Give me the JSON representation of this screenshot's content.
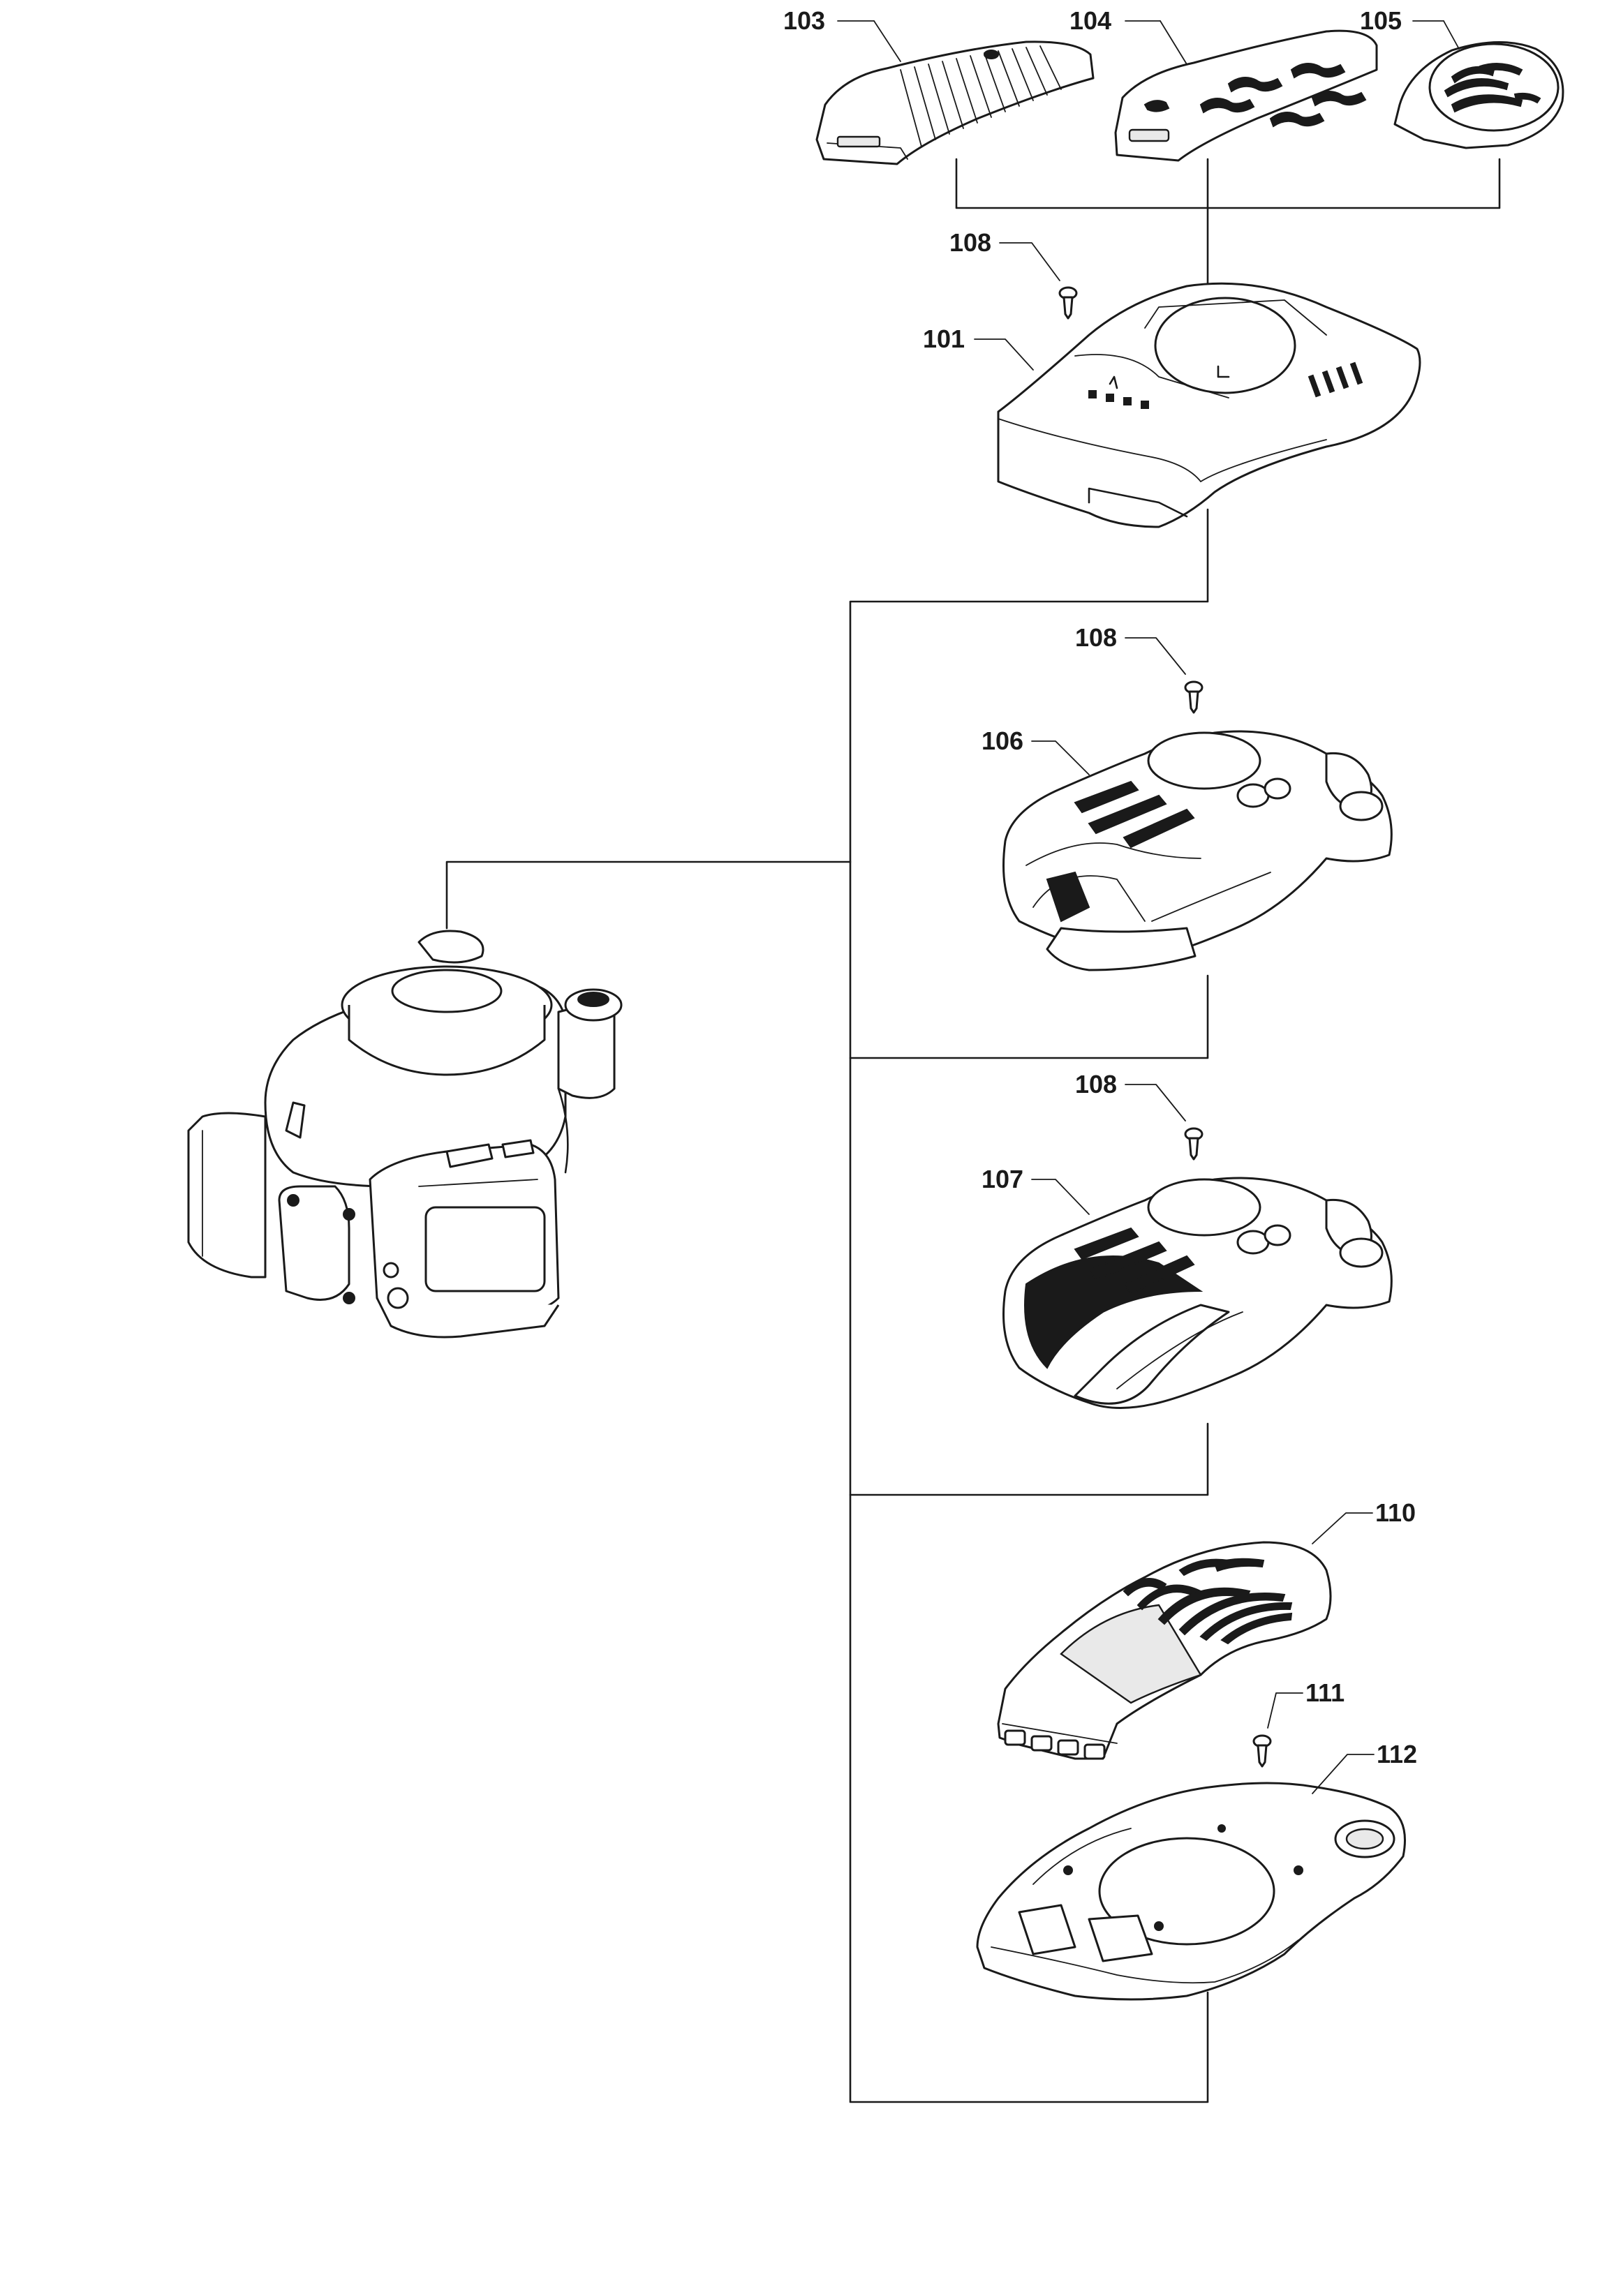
{
  "labels": {
    "p103": "103",
    "p104": "104",
    "p105": "105",
    "p108a": "108",
    "p101": "101",
    "p108b": "108",
    "p106": "106",
    "p108c": "108",
    "p107": "107",
    "p110": "110",
    "p111": "111",
    "p112": "112"
  }
}
